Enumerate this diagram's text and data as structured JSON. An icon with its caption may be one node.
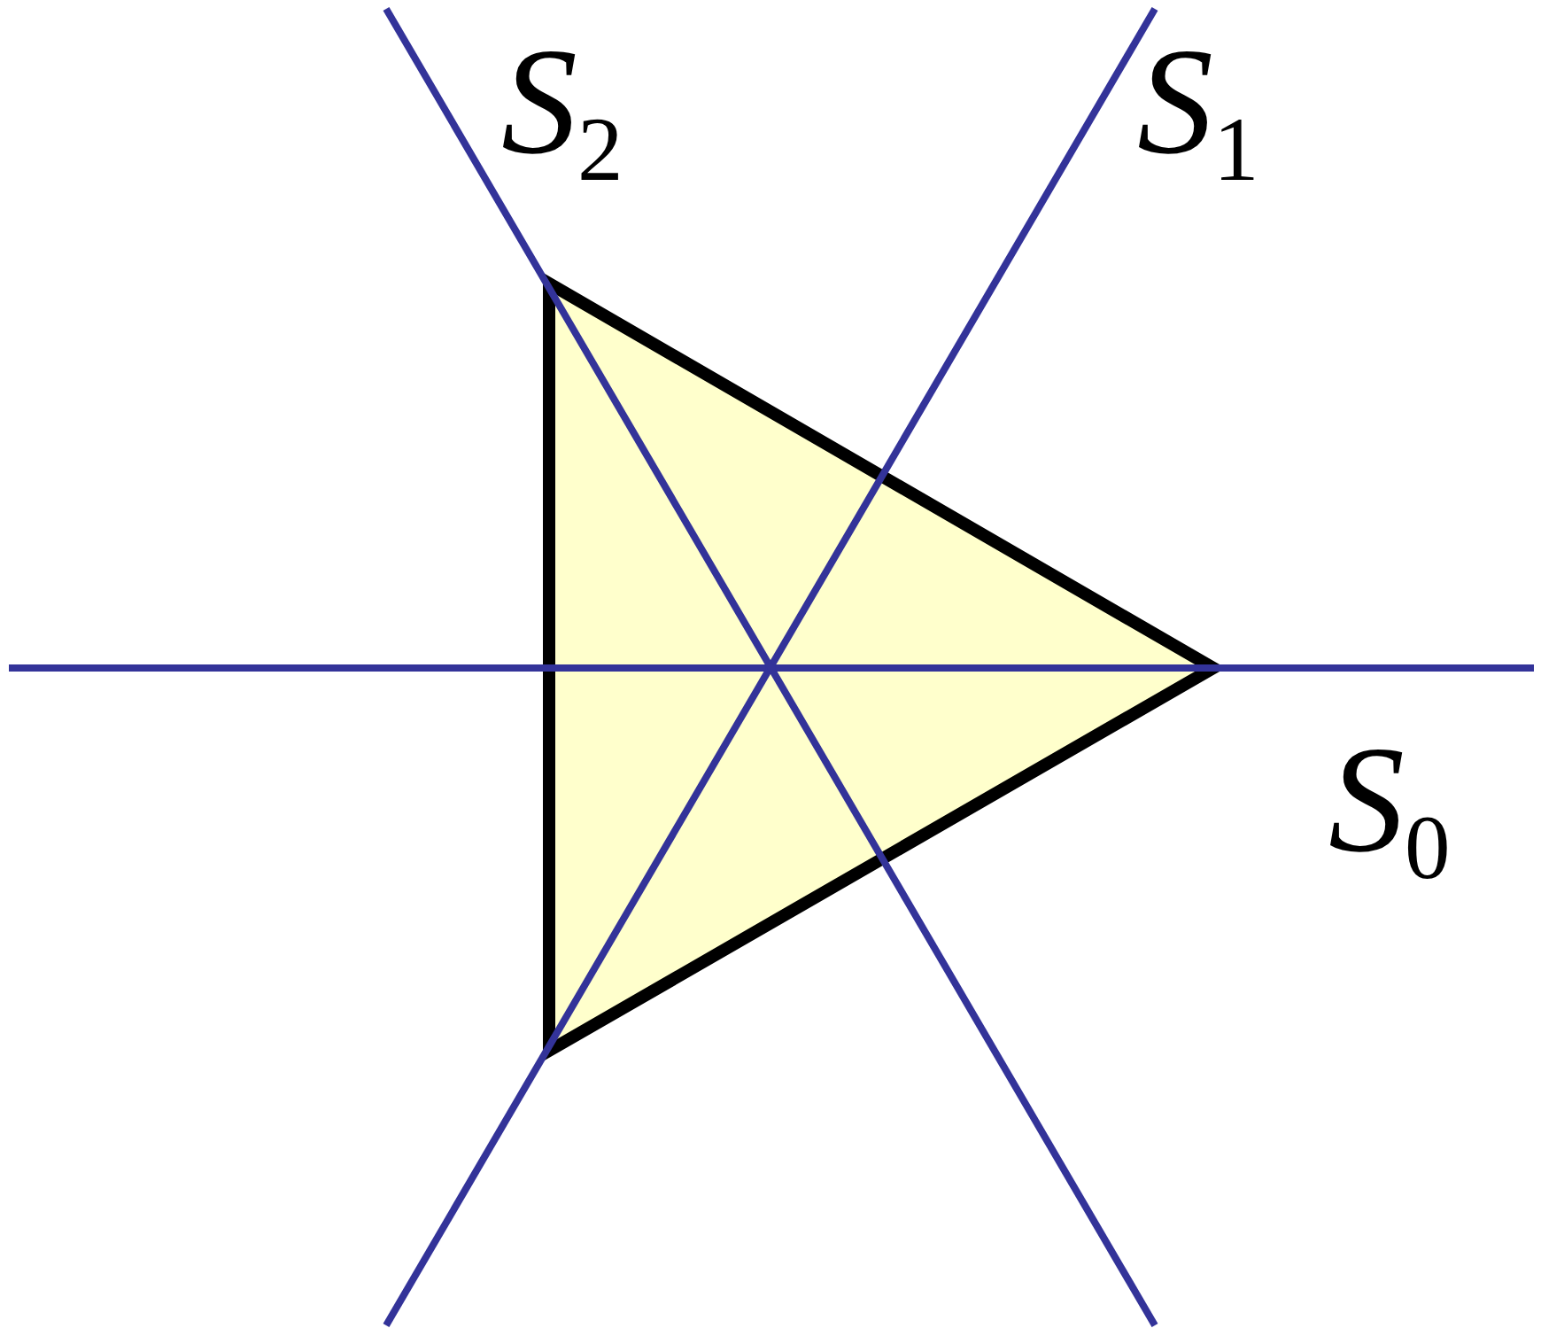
{
  "diagram": {
    "labels": [
      "*S*$_{2}$",
      "*S*$_{1}$",
      "*S*$_{0}$"
    ]
  }
}
